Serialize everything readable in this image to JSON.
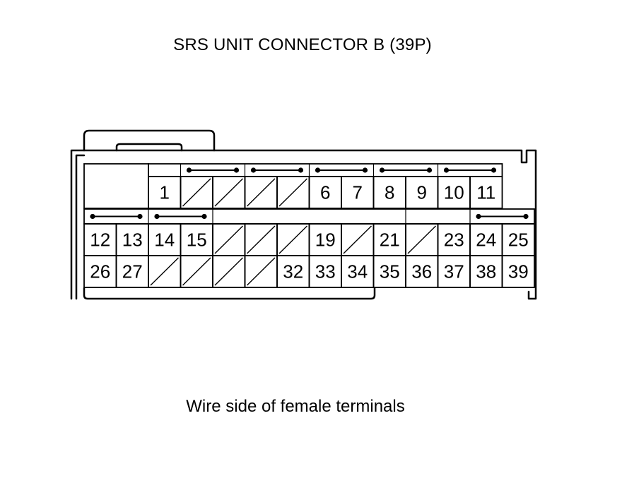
{
  "title": "SRS UNIT CONNECTOR B (39P)",
  "caption": "Wire side of female terminals",
  "connector": {
    "pin_count": 39,
    "rows": [
      {
        "row": 1,
        "cells": [
          "",
          "",
          "1",
          "",
          "",
          "",
          "",
          "6",
          "7",
          "8",
          "9",
          "10",
          "11"
        ]
      },
      {
        "row": 2,
        "cells": [
          "12",
          "13",
          "14",
          "15",
          "",
          "",
          "",
          "19",
          "",
          "21",
          "",
          "23",
          "24",
          "25"
        ]
      },
      {
        "row": 3,
        "cells": [
          "26",
          "27",
          "",
          "",
          "",
          "",
          "32",
          "33",
          "34",
          "35",
          "36",
          "37",
          "38",
          "39"
        ]
      }
    ],
    "empty_cavities": [
      "2",
      "3",
      "4",
      "5",
      "16",
      "17",
      "18",
      "20",
      "22",
      "28",
      "29",
      "30",
      "31"
    ],
    "shorting_pairs": [
      [
        "2",
        "3"
      ],
      [
        "4",
        "5"
      ],
      [
        "6",
        "7"
      ],
      [
        "8",
        "9"
      ],
      [
        "10",
        "11"
      ],
      [
        "12",
        "13"
      ],
      [
        "14",
        "15"
      ],
      [
        "24",
        "25"
      ]
    ]
  }
}
